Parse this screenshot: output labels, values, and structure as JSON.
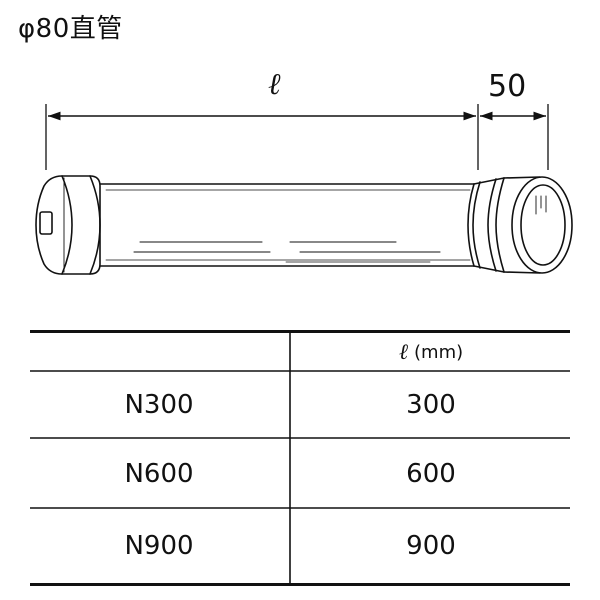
{
  "title": "φ80直管",
  "dimensions": {
    "length_symbol": "ℓ",
    "socket_length": "50"
  },
  "table": {
    "header": {
      "col1": "",
      "col2_symbol": "ℓ",
      "col2_unit": "(mm)"
    },
    "rows": [
      {
        "model": "N300",
        "length": "300"
      },
      {
        "model": "N600",
        "length": "600"
      },
      {
        "model": "N900",
        "length": "900"
      }
    ]
  },
  "colors": {
    "line": "#111111",
    "background": "#ffffff"
  }
}
